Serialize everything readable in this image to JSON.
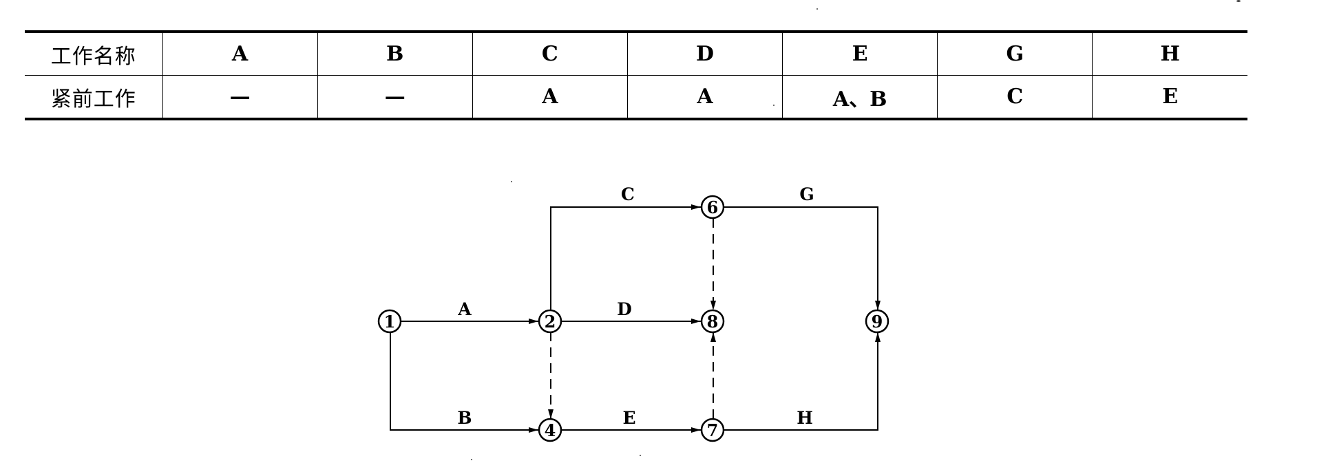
{
  "table": {
    "header_row_label": "工作名称",
    "pred_row_label": "紧前工作",
    "columns": [
      {
        "name": "A",
        "pred": "—"
      },
      {
        "name": "B",
        "pred": "—"
      },
      {
        "name": "C",
        "pred": "A"
      },
      {
        "name": "D",
        "pred": "A"
      },
      {
        "name": "E",
        "pred": "A、B"
      },
      {
        "name": "G",
        "pred": "C"
      },
      {
        "name": "H",
        "pred": "E"
      }
    ]
  },
  "network": {
    "nodes": {
      "n1": "1",
      "n2": "2",
      "n4": "4",
      "n6": "6",
      "n7": "7",
      "n8": "8",
      "n9": "9"
    },
    "edges": {
      "A": "A",
      "B": "B",
      "C": "C",
      "D": "D",
      "E": "E",
      "G": "G",
      "H": "H"
    }
  }
}
